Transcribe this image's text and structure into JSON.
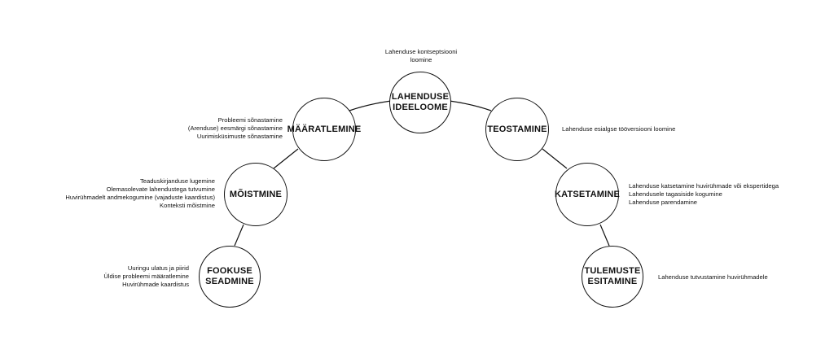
{
  "diagram": {
    "nodes": [
      {
        "key": "fookuse",
        "label": "FOOKUSE\nSEADMINE"
      },
      {
        "key": "moistmine",
        "label": "MÕISTMINE"
      },
      {
        "key": "maaratlemine",
        "label": "MÄÄRATLEMINE"
      },
      {
        "key": "lahendus",
        "label": "LAHENDUSE\nIDEELOOME"
      },
      {
        "key": "teostamine",
        "label": "TEOSTAMINE"
      },
      {
        "key": "katsetamine",
        "label": "KATSETAMINE"
      },
      {
        "key": "tulemuste",
        "label": "TULEMUSTE\nESITAMINE"
      }
    ],
    "notes": {
      "fookuse": [
        "Uuringu ulatus ja piirid",
        "Üldise probleemi määratlemine",
        "Huvirühmade kaardistus"
      ],
      "moistmine": [
        "Teaduskirjanduse lugemine",
        "Olemasolevate lahendustega tutvumine",
        "Huvirühmadelt andmekogumine (vajaduste kaardistus)",
        "Konteksti mõistmine"
      ],
      "maaratlemine": [
        "Probleemi sõnastamine",
        "(Arenduse) eesmärgi sõnastamine",
        "Uurimisküsimuste sõnastamine"
      ],
      "lahendus": [
        "Lahenduse kontseptsiooni",
        "loomine"
      ],
      "teostamine": [
        "Lahenduse esialgse tööversiooni loomine"
      ],
      "katsetamine": [
        "Lahenduse katsetamine huvirühmade või ekspertidega",
        "Lahendusele tagasiside kogumine",
        "Lahenduse parendamine"
      ],
      "tulemuste": [
        "Lahenduse tutvustamine huvirühmadele"
      ]
    }
  }
}
